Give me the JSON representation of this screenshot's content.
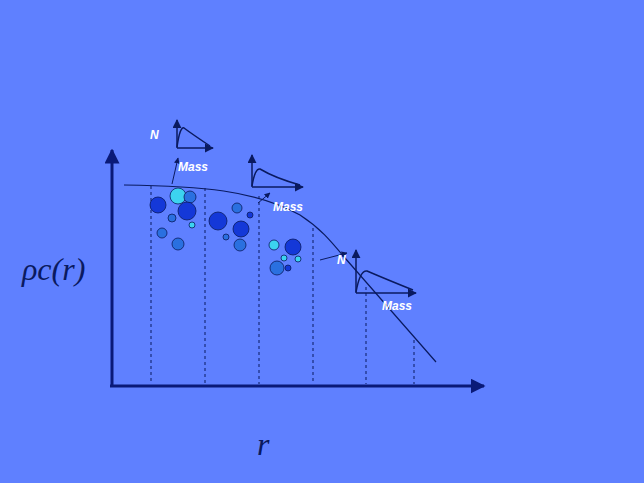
{
  "diagram": {
    "labels": [
      "N",
      "Mass",
      "Mass",
      "N",
      "Mass",
      "ρc(r)",
      "r"
    ]
  }
}
